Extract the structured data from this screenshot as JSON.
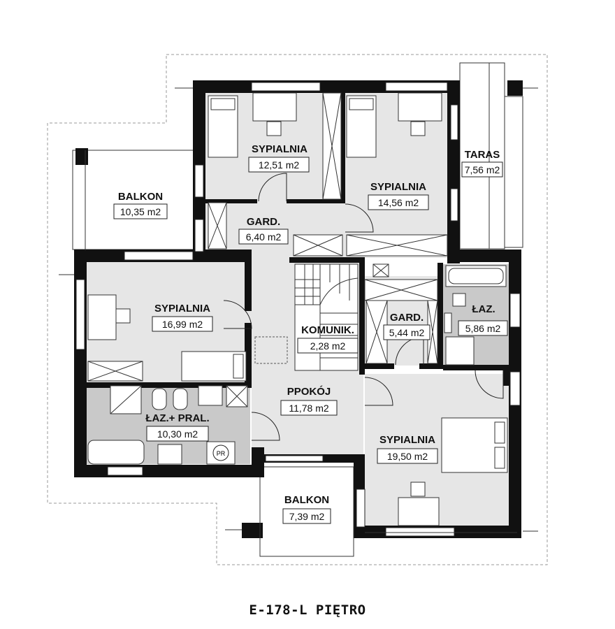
{
  "plan": {
    "title": "E-178-L PIĘTRO",
    "rooms": [
      {
        "id": "sypialnia-1",
        "name": "SYPIALNIA",
        "area": "12,51 m2"
      },
      {
        "id": "sypialnia-2",
        "name": "SYPIALNIA",
        "area": "14,56 m2"
      },
      {
        "id": "taras",
        "name": "TARAS",
        "area": "7,56 m2"
      },
      {
        "id": "balkon-1",
        "name": "BALKON",
        "area": "10,35 m2"
      },
      {
        "id": "gard-1",
        "name": "GARD.",
        "area": "6,40 m2"
      },
      {
        "id": "sypialnia-3",
        "name": "SYPIALNIA",
        "area": "16,99 m2"
      },
      {
        "id": "komunik",
        "name": "KOMUNIK.",
        "area": "2,28 m2"
      },
      {
        "id": "gard-2",
        "name": "GARD.",
        "area": "5,44 m2"
      },
      {
        "id": "laz",
        "name": "ŁAZ.",
        "area": "5,86 m2"
      },
      {
        "id": "laz-pral",
        "name": "ŁAZ.+ PRAL.",
        "area": "10,30 m2"
      },
      {
        "id": "ppokoj",
        "name": "PPOKÓJ",
        "area": "11,78 m2"
      },
      {
        "id": "sypialnia-4",
        "name": "SYPIALNIA",
        "area": "19,50 m2"
      },
      {
        "id": "balkon-2",
        "name": "BALKON",
        "area": "7,39 m2"
      }
    ],
    "fixtures": {
      "washer_label": "PR"
    },
    "colors": {
      "wall": "#111111",
      "floor": "#e6e6e6",
      "wet_floor": "#c9c9c9",
      "outline_dashed": "#9a9a9a"
    }
  }
}
